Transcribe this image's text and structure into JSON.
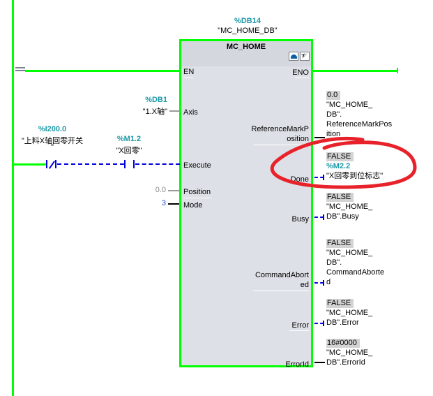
{
  "block": {
    "instance_address": "%DB14",
    "instance_name": "\"MC_HOME_DB\"",
    "title": "MC_HOME",
    "inputs": [
      "EN",
      "Axis",
      "Execute",
      "Position",
      "Mode"
    ],
    "outputs": [
      "ENO",
      "ReferenceMarkP",
      "osition",
      "Done",
      "Busy",
      "CommandAbort",
      "ed",
      "Error",
      "ErrorId"
    ]
  },
  "axis": {
    "address": "%DB1",
    "name": "\"1.X轴\""
  },
  "contact1": {
    "address": "%I200.0",
    "name": "\"上料X轴回零开关",
    "name2": "\""
  },
  "contact2": {
    "address": "%M1.2",
    "name": "\"X回零\""
  },
  "position_value": "0.0",
  "mode_value": "3",
  "out_refmark": {
    "value": "0.0",
    "lines": [
      "\"MC_HOME_",
      "DB\".",
      "ReferenceMarkPos",
      "ition"
    ]
  },
  "out_done": {
    "value": "FALSE",
    "address": "%M2.2",
    "name": "\"X回零到位标志\""
  },
  "out_busy": {
    "value": "FALSE",
    "lines": [
      "\"MC_HOME_",
      "DB\".Busy"
    ]
  },
  "out_cmdabort": {
    "value": "FALSE",
    "lines": [
      "\"MC_HOME_",
      "DB\".",
      "CommandAborte",
      "d"
    ]
  },
  "out_error": {
    "value": "FALSE",
    "lines": [
      "\"MC_HOME_",
      "DB\".Error"
    ]
  },
  "out_errorid": {
    "value": "16#0000",
    "lines": [
      "\"MC_HOME_",
      "DB\".ErrorId"
    ]
  },
  "colors": {
    "power_flow": "#00ff00",
    "not_powered": "#0000e0",
    "annotation": "#e8222a",
    "address": "#1e9aa8"
  }
}
